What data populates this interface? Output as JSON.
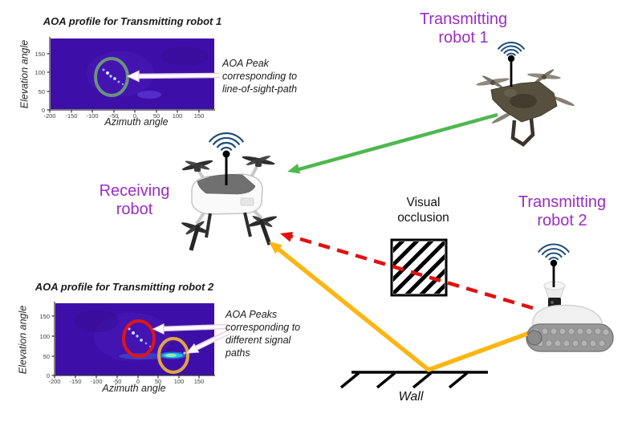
{
  "labels": {
    "tx1": "Transmitting\nrobot 1",
    "rx": "Receiving\nrobot",
    "tx2": "Transmitting\nrobot 2",
    "occlusion": "Visual\nocclusion",
    "wall": "Wall"
  },
  "plot1": {
    "title": "AOA profile for Transmitting robot 1",
    "ylabel": "Elevation angle",
    "xlabel": "Azimuth angle",
    "yticks": [
      "150",
      "100",
      "50",
      "0"
    ],
    "xticks": [
      "-200",
      "-150",
      "-100",
      "-50",
      "0",
      "50",
      "100",
      "150"
    ],
    "annotation": "AOA Peak\ncorresponding to\nline-of-sight-path"
  },
  "plot2": {
    "title": "AOA profile for Transmitting robot 2",
    "ylabel": "Elevation angle",
    "xlabel": "Azimuth angle",
    "yticks": [
      "150",
      "100",
      "50",
      "0"
    ],
    "xticks": [
      "-200",
      "-150",
      "-100",
      "-50",
      "0",
      "50",
      "100",
      "150"
    ],
    "annotation": "AOA Peaks\ncorresponding to\ndifferent signal\npaths"
  },
  "icons": {
    "wifi": "wifi-signal-arcs-icon",
    "antenna": "antenna-ball-icon",
    "occlusion_box": "hatched-occlusion-box",
    "wall_hatch": "wall-ground-hatch"
  },
  "colors": {
    "label_purple": "#9a2ec4",
    "los_arrow_green": "#4fb84f",
    "occluded_arrow_red": "#e11111",
    "reflection_arrow_yellow": "#fcb614",
    "heatmap_background": "#3e0fa8",
    "peak_circle_green": "#69937c",
    "peak_circle_red": "#e01515",
    "peak_circle_orange": "#e2a542",
    "wifi_arc_blue": "#1f4e79"
  },
  "chart_data": [
    {
      "type": "heatmap",
      "title": "AOA profile for Transmitting robot 1",
      "xlabel": "Azimuth angle",
      "ylabel": "Elevation angle",
      "xlim": [
        -200,
        185
      ],
      "ylim": [
        0,
        190
      ],
      "xticks": [
        -200,
        -150,
        -100,
        -50,
        0,
        50,
        100,
        150
      ],
      "yticks": [
        0,
        50,
        100,
        150
      ],
      "grid": false,
      "peaks": [
        {
          "azimuth": -55,
          "elevation": 90,
          "intensity": "faint white-blue dots",
          "highlight_circle": "green"
        },
        {
          "azimuth": 35,
          "elevation": 40,
          "intensity": "very faint smudge",
          "highlight_circle": null
        }
      ]
    },
    {
      "type": "heatmap",
      "title": "AOA profile for Transmitting robot 2",
      "xlabel": "Azimuth angle",
      "ylabel": "Elevation angle",
      "xlim": [
        -200,
        185
      ],
      "ylim": [
        0,
        190
      ],
      "xticks": [
        -200,
        -150,
        -100,
        -50,
        0,
        50,
        100,
        150
      ],
      "yticks": [
        0,
        50,
        100,
        150
      ],
      "grid": false,
      "peaks": [
        {
          "azimuth": 0,
          "elevation": 92,
          "intensity": "faint blue diagonal dots",
          "highlight_circle": "red"
        },
        {
          "azimuth": 85,
          "elevation": 50,
          "intensity": "bright cyan-green streak",
          "highlight_circle": "orange"
        }
      ]
    }
  ]
}
